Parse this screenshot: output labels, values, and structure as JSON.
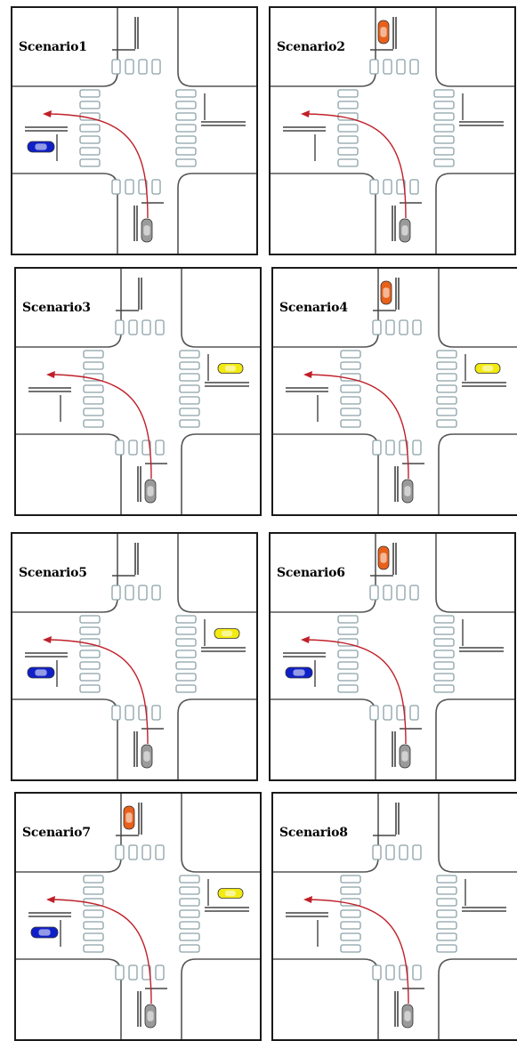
{
  "scenarios": [
    {
      "label": "Scenario1",
      "cars": {
        "top": false,
        "right": false,
        "left": true
      },
      "stop_lines": {
        "top": true,
        "right": true,
        "left": true
      }
    },
    {
      "label": "Scenario2",
      "cars": {
        "top": true,
        "right": false,
        "left": false
      },
      "stop_lines": {
        "top": true,
        "right": true,
        "left": true
      }
    },
    {
      "label": "Scenario3",
      "cars": {
        "top": false,
        "right": true,
        "left": false
      },
      "stop_lines": {
        "top": true,
        "right": true,
        "left": true
      }
    },
    {
      "label": "Scenario4",
      "cars": {
        "top": true,
        "right": true,
        "left": false
      },
      "stop_lines": {
        "top": true,
        "right": true,
        "left": true
      }
    },
    {
      "label": "Scenario5",
      "cars": {
        "top": false,
        "right": true,
        "left": true
      },
      "stop_lines": {
        "top": true,
        "right": true,
        "left": true
      }
    },
    {
      "label": "Scenario6",
      "cars": {
        "top": true,
        "right": false,
        "left": true
      },
      "stop_lines": {
        "top": true,
        "right": true,
        "left": true
      }
    },
    {
      "label": "Scenario7",
      "cars": {
        "top": true,
        "right": true,
        "left": true
      },
      "stop_lines": {
        "top": true,
        "right": true,
        "left": true
      }
    },
    {
      "label": "Scenario8",
      "cars": {
        "top": false,
        "right": false,
        "left": false
      },
      "stop_lines": {
        "top": true,
        "right": true,
        "left": true
      }
    }
  ],
  "colors": {
    "road_edge": "#555555",
    "crosswalk": "#8aa0a8",
    "path": "#c0202a",
    "ego_car": "#9a9a9a",
    "top_car": "#e8601a",
    "right_car": "#f2ea10",
    "left_car": "#1020c8"
  }
}
